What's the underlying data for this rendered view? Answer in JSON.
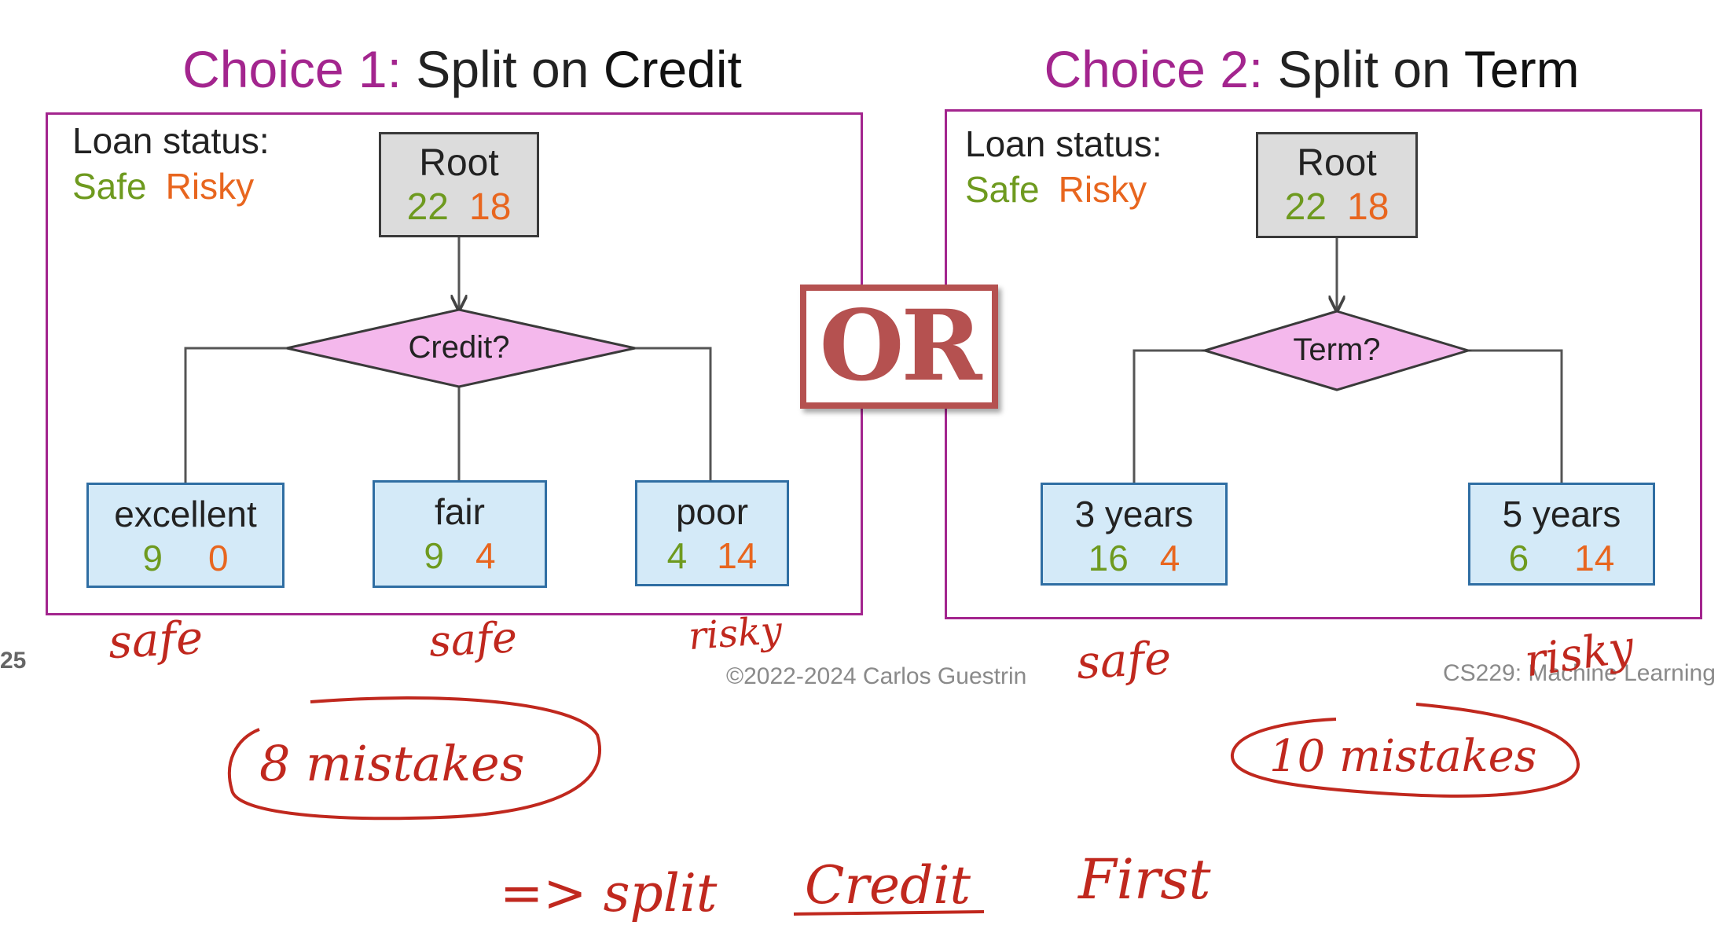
{
  "choice1": {
    "title_hl": "Choice 1:",
    "title_mid": " Split on ",
    "title_feature": "Credit",
    "legend_title": "Loan status:",
    "legend_safe": "Safe",
    "legend_risky": "Risky",
    "root": {
      "label": "Root",
      "safe": "22",
      "risky": "18"
    },
    "question": "Credit?",
    "leaves": [
      {
        "label": "excellent",
        "safe": "9",
        "risky": "0"
      },
      {
        "label": "fair",
        "safe": "9",
        "risky": "4"
      },
      {
        "label": "poor",
        "safe": "4",
        "risky": "14"
      }
    ]
  },
  "choice2": {
    "title_hl": "Choice 2:",
    "title_mid": " Split on ",
    "title_feature": "Term",
    "legend_title": "Loan status:",
    "legend_safe": "Safe",
    "legend_risky": "Risky",
    "root": {
      "label": "Root",
      "safe": "22",
      "risky": "18"
    },
    "question": "Term?",
    "leaves": [
      {
        "label": "3 years",
        "safe": "16",
        "risky": "4"
      },
      {
        "label": "5 years",
        "safe": "6",
        "risky": "14"
      }
    ]
  },
  "or_label": "OR",
  "footer": {
    "page_number": "25",
    "copyright": "©2022-2024 Carlos Guestrin",
    "course": "CS229: Machine Learning"
  },
  "annotations": {
    "c1_excellent": "safe",
    "c1_fair": "safe",
    "c1_poor": "risky",
    "c2_3years": "safe",
    "c2_5years": "risky",
    "c1_mistakes": "8 mistakes",
    "c2_mistakes": "10 mistakes",
    "conclusion_1": "=> split",
    "conclusion_2": "Credit",
    "conclusion_3": "First"
  },
  "colors": {
    "accent": "#a3258e",
    "safe": "#6e9a1f",
    "risky": "#e8661f",
    "ink": "#c0281e",
    "decision": "#f4b8ec",
    "leaf": "#d4eaf8",
    "root": "#dcdcdc"
  }
}
